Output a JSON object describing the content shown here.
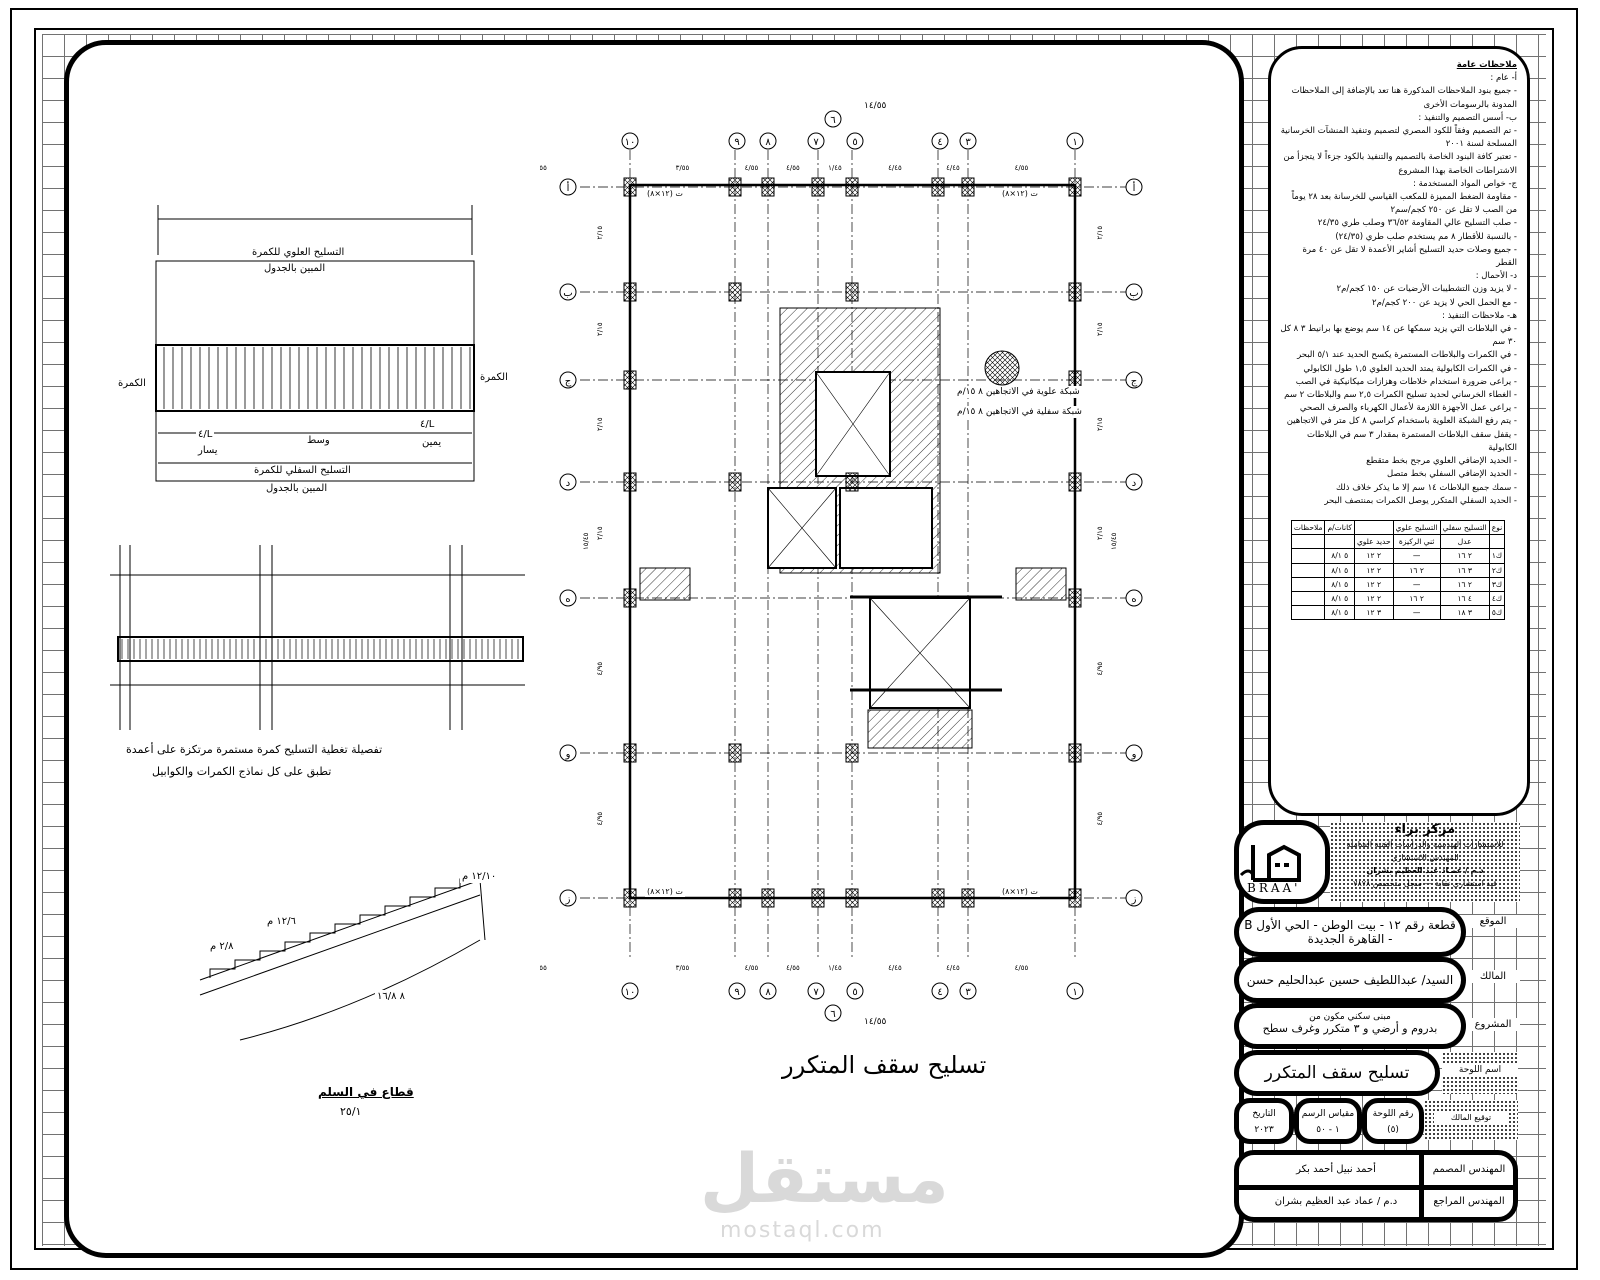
{
  "drawing_title": "تسليح سقف المتكرر",
  "plan": {
    "column_axes": [
      "١٠",
      "٩",
      "٨",
      "٧",
      "٦",
      "٥",
      "٤",
      "٣",
      "١"
    ],
    "row_axes": [
      "أ",
      "ب",
      "ج",
      "د",
      "ه",
      "و",
      "ز"
    ],
    "top_dims": [
      "٣/٥٥",
      "٤/٥٥",
      "٤/٥٥",
      "١/٤٥",
      "٤/٤٥",
      "٤/٤٥",
      "٤/٥٥",
      "٣/٥٥"
    ],
    "overall_dim": "١٤/٥٥",
    "left_dims": [
      "٢/١٥",
      "٢/١٥",
      "٢/١٥",
      "٢/١٥",
      "٤/٩٥",
      "٤/٩٥"
    ],
    "overall_side_dim": "١٥/٤٥",
    "mesh_note_1": "شبكة علوية في الاتجاهين ٨ ١٥/م",
    "mesh_note_2": "شبكة سفلية في الاتجاهين ٨ ١٥/م",
    "slab_labels": [
      "ت (١٢×٨)",
      "ت (١٢×٨)",
      "ت (١٢×٨)",
      "ت (١٢×٨)"
    ]
  },
  "details": {
    "beam_top_label": "التسليح العلوي للكمرة",
    "beam_top_sub": "المبين بالجدول",
    "beam_bottom_label": "التسليح السفلي للكمرة",
    "beam_bottom_sub": "المبين بالجدول",
    "beam_side": "الكمرة",
    "beam_spans": [
      "يسار",
      "وسط",
      "يمين"
    ],
    "beam_span_dims": [
      "L/٤",
      "L/٤"
    ],
    "continuous_title_1": "تفصيلة تغطية التسليح كمرة مستمرة مرتكزة على أعمدة",
    "continuous_title_2": "تطبق على كل نماذج الكمرات والكوابيل",
    "stair_title": "قطاع في السلم",
    "stair_scale": "٢٥/١",
    "stair_labels": [
      "١٢/١٠ م",
      "٢/٨ م",
      "٨ ١٦/٨",
      "١٢/٦ م"
    ]
  },
  "notes": {
    "title": "ملاحظات عامة",
    "lines": [
      "أ- عام :",
      "- جميع بنود الملاحظات المذكورة هنا تعد بالإضافة إلى الملاحظات المدونة بالرسومات الأخرى",
      "ب- أسس التصميم والتنفيذ :",
      "- تم التصميم وفقاً للكود المصري لتصميم وتنفيذ المنشآت الخرسانية المسلحة لسنة ٢٠٠١",
      "- تعتبر كافة البنود الخاصة بالتصميم والتنفيذ بالكود جزءاً لا يتجزأ من الاشتراطات الخاصة بهذا المشروع",
      "ج- خواص المواد المستخدمة :",
      "- مقاومة الضغط المميزة للمكعب القياسي للخرسانة بعد ٢٨ يوماً من الصب لا تقل عن ٢٥٠ كجم/سم٢",
      "- صلب التسليح عالي المقاومة ٣٦/٥٢ وصلب طري ٢٤/٣٥",
      "- بالنسبة للأقطار ٨ مم يستخدم صلب طري (٢٤/٣٥)",
      "- جميع وصلات حديد التسليح أشاير الأعمدة لا تقل عن ٤٠ مرة القطر",
      "د- الأحمال :",
      "- لا يزيد وزن التشطيبات الأرضيات عن ١٥٠ كجم/م٢",
      "- مع الحمل الحي لا يزيد عن ٢٠٠ كجم/م٢",
      "هـ- ملاحظات التنفيذ :",
      "- في البلاطات التي يزيد سمكها عن ١٤ سم يوضع بها برانيط ٣ ٨ كل ٣٠ سم",
      "- في الكمرات والبلاطات المستمرة يكسح الحديد عند ٥/١ البحر",
      "- في الكمرات الكابولية يمتد الحديد العلوي ١,٥ طول الكابولي",
      "- يراعى ضرورة استخدام خلاطات وهزازات ميكانيكية في الصب",
      "- الغطاء الخرساني لحديد تسليح الكمرات ٢,٥ سم والبلاطات ٢ سم",
      "- يراعى عمل الأجهزة اللازمة لأعمال الكهرباء والصرف الصحي",
      "- يتم رفع الشبكة العلوية باستخدام كراسي ٨ كل متر في الاتجاهين",
      "- يقفل سقف البلاطات المستمرة بمقدار ٣ سم في البلاطات الكابولية",
      "- الحديد الإضافي العلوي مرجح بخط متقطع",
      "- الحديد الإضافي السفلي بخط متصل",
      "- سمك جميع البلاطات ١٤ سم إلا ما يذكر خلاف ذلك",
      "- الحديد السفلي المتكرر يوصل الكمرات بمنتصف البحر"
    ],
    "schedule": {
      "headers": [
        "نوع",
        "التسليح سفلي",
        "التسليح علوي",
        "",
        "كانات/م",
        "ملاحظات"
      ],
      "subheaders": [
        "",
        "عدل",
        "ثني الركيزة",
        "حديد علوي",
        "",
        ""
      ],
      "rows": [
        [
          "ك١",
          "٢ ١٦",
          "—",
          "٢ ١٢",
          "٥ ٨/١",
          ""
        ],
        [
          "ك٢",
          "٣ ١٦",
          "٢ ١٦",
          "٢ ١٢",
          "٥ ٨/١",
          ""
        ],
        [
          "ك٣",
          "٢ ١٦",
          "—",
          "٢ ١٢",
          "٥ ٨/١",
          ""
        ],
        [
          "ك٤",
          "٤ ١٦",
          "٢ ١٦",
          "٢ ١٢",
          "٥ ٨/١",
          ""
        ],
        [
          "ك٥",
          "٣ ١٨",
          "—",
          "٣ ١٢",
          "٥ ٨/١",
          ""
        ]
      ]
    }
  },
  "title_block": {
    "office_name": "مركز براء",
    "office_sub": "للاستشارات الهندسية والدراسات الفنية الشاملة",
    "office_role": "المهندس الاستشاري",
    "office_engineer": "د.م / عمـاد عبد العظيم بشران",
    "office_reg": "قيد استشاري نقابة",
    "office_phone": "سجل متخصص ٧٨٧٨",
    "logo_text": "BRAA'",
    "site_label": "الموقع",
    "site_value_1": "قطعة رقم ١٢ - بيت الوطن - الحي الأول B",
    "site_value_2": "- القاهرة الجديدة",
    "owner_label": "المالك",
    "owner_value": "السيد/ عبداللطيف حسين عبدالحليم حسن",
    "project_label": "المشروع",
    "project_value_1": "مبنى سكني مكون من",
    "project_value_2": "بدروم و أرضي و ٣ متكرر وغرف سطح",
    "sheet_name_label": "اسم اللوحة",
    "sheet_name_value": "تسليح سقف المتكرر",
    "stamp_label": "توقيع المالك",
    "sheet_no_label": "رقم اللوحة",
    "sheet_no_value": "(٥)",
    "scale_label": "مقياس الرسم",
    "scale_value": "١ - ٥٠",
    "date_label": "التاريخ",
    "date_value": "٢٠٢٣",
    "designer_label": "المهندس المصمم",
    "designer_value": "أحمد نبيل أحمد بكر",
    "reviewer_label": "المهندس المراجع",
    "reviewer_value": "د.م / عماد عبد العظيم بشران"
  },
  "watermark": {
    "ar": "مستقل",
    "en": "mostaql.com"
  }
}
